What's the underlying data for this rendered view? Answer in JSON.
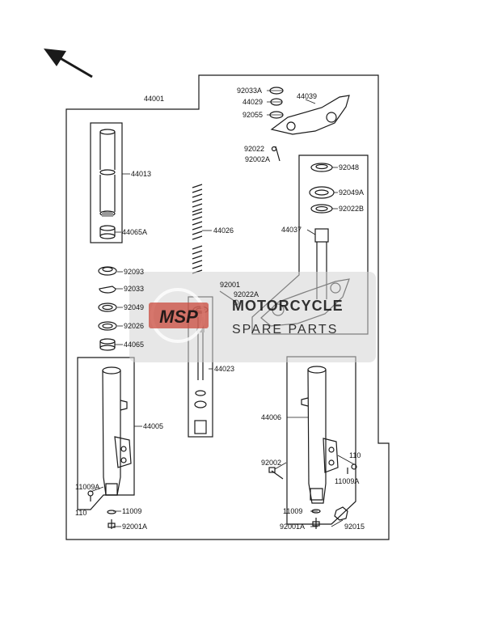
{
  "colors": {
    "line": "#1a1a1a",
    "paper": "#ffffff",
    "shade": "#9a9a9a",
    "watermark_panel": "#d4d4d4",
    "watermark_red": "#c94a3c",
    "watermark_text": "#ffffff"
  },
  "icons": {
    "direction_arrow": "arrow-up-left-icon"
  },
  "watermark": {
    "logo": "MSP",
    "line1": "MOTORCYCLE",
    "line2": "SPARE PARTS"
  },
  "labels": {
    "p44001": "44001",
    "p44013": "44013",
    "p44065A": "44065A",
    "p44026": "44026",
    "p92093": "92093",
    "p92033": "92033",
    "p92049": "92049",
    "p92026": "92026",
    "p44065": "44065",
    "p44023": "44023",
    "p92001": "92001",
    "p92022A": "92022A",
    "p44005": "44005",
    "p11009A_l": "11009A",
    "p110_l": "110",
    "p11009_l": "11009",
    "p92001A_l": "92001A",
    "p92033A": "92033A",
    "p44029": "44029",
    "p92055": "92055",
    "p44039": "44039",
    "p92022": "92022",
    "p92002A": "92002A",
    "p92048": "92048",
    "p92049A": "92049A",
    "p92022B": "92022B",
    "p44037": "44037",
    "p44006": "44006",
    "p92002": "92002",
    "p110_r": "110",
    "p11009A_r": "11009A",
    "p11009_r": "11009",
    "p92001A_r": "92001A",
    "p92015": "92015"
  }
}
